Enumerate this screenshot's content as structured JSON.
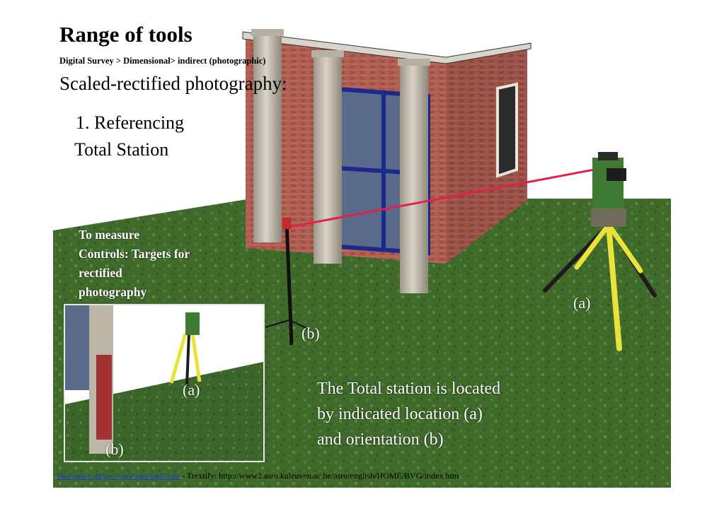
{
  "slide": {
    "title": "Range of tools",
    "breadcrumb": "Digital Survey > Dimensional>  indirect (photographic)",
    "subtitle": "Scaled-rectified photography:",
    "step_number": "1. Referencing",
    "step_name": "Total Station",
    "measure_note": {
      "line1": "To measure",
      "line2": "Controls: Targets for",
      "line3": "rectified",
      "line4": "photography"
    },
    "labels": {
      "a_main": "(a)",
      "b_main": "(b)",
      "a_inset": "(a)",
      "b_inset": "(b)"
    },
    "description": {
      "line1": "The Total station is located",
      "line2": "by indicated location (a)",
      "line3": "and orientation (b)"
    },
    "credits": {
      "photoplan_link": "Photoplan: http://www.photoplan.de",
      "separator": " - ",
      "trextify": "Trextify: http://www2.asro.kuleuven.ac.be/asro/english/HOME/BVG/index.htm"
    }
  },
  "colors": {
    "grass": "#3f6a2b",
    "brick": "#a8574c",
    "column": "#c9c3b5",
    "tripod": "#e8e23a",
    "laser": "#e0224a",
    "link": "#1a3fd0"
  }
}
